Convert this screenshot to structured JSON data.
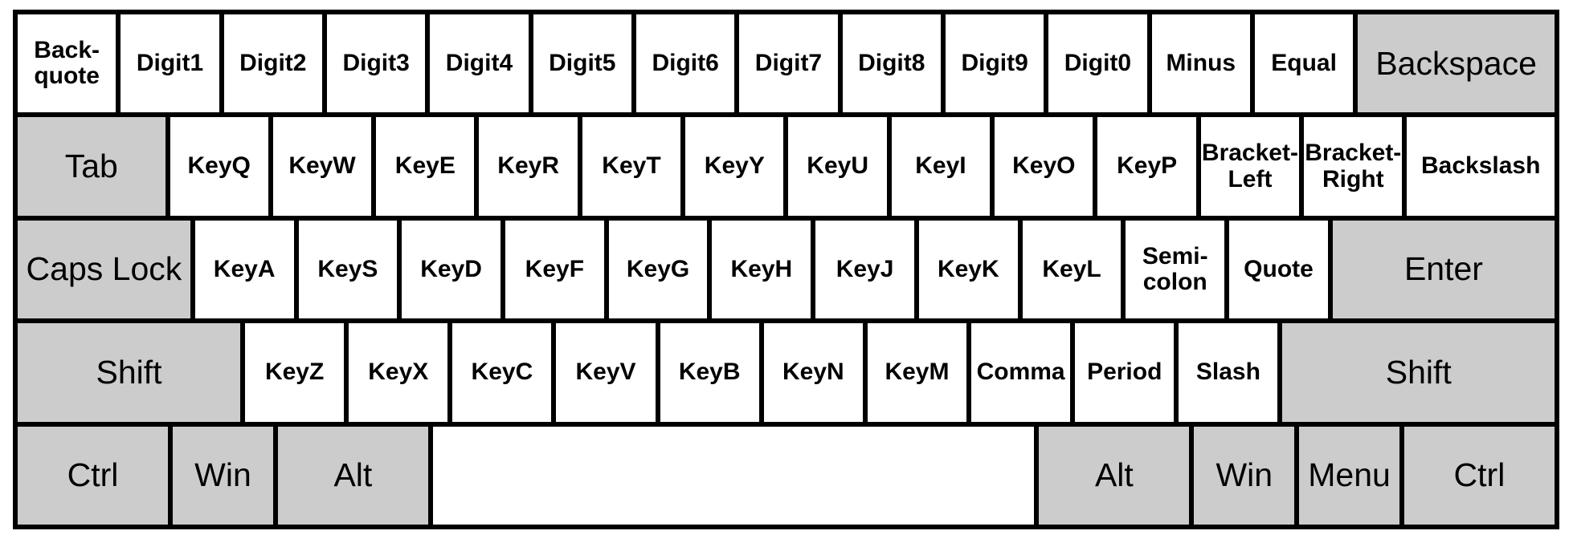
{
  "colors": {
    "page_background": "#ffffff",
    "key_white": "#ffffff",
    "key_gray": "#cccccc",
    "grid_border": "#000000",
    "key_text": "#000000"
  },
  "keyboard": {
    "description": "keyboard-code-layout-diagram",
    "rows": [
      {
        "keys": [
          {
            "name": "backquote",
            "label": "Back-quote",
            "units": 1,
            "style": "code",
            "gray": false
          },
          {
            "name": "digit1",
            "label": "Digit1",
            "units": 1,
            "style": "code",
            "gray": false
          },
          {
            "name": "digit2",
            "label": "Digit2",
            "units": 1,
            "style": "code",
            "gray": false
          },
          {
            "name": "digit3",
            "label": "Digit3",
            "units": 1,
            "style": "code",
            "gray": false
          },
          {
            "name": "digit4",
            "label": "Digit4",
            "units": 1,
            "style": "code",
            "gray": false
          },
          {
            "name": "digit5",
            "label": "Digit5",
            "units": 1,
            "style": "code",
            "gray": false
          },
          {
            "name": "digit6",
            "label": "Digit6",
            "units": 1,
            "style": "code",
            "gray": false
          },
          {
            "name": "digit7",
            "label": "Digit7",
            "units": 1,
            "style": "code",
            "gray": false
          },
          {
            "name": "digit8",
            "label": "Digit8",
            "units": 1,
            "style": "code",
            "gray": false
          },
          {
            "name": "digit9",
            "label": "Digit9",
            "units": 1,
            "style": "code",
            "gray": false
          },
          {
            "name": "digit0",
            "label": "Digit0",
            "units": 1,
            "style": "code",
            "gray": false
          },
          {
            "name": "minus",
            "label": "Minus",
            "units": 1,
            "style": "code",
            "gray": false
          },
          {
            "name": "equal",
            "label": "Equal",
            "units": 1,
            "style": "code",
            "gray": false
          },
          {
            "name": "backspace",
            "label": "Backspace",
            "units": 2,
            "style": "mod",
            "gray": true
          }
        ]
      },
      {
        "keys": [
          {
            "name": "tab",
            "label": "Tab",
            "units": 1.5,
            "style": "mod",
            "gray": true
          },
          {
            "name": "key-q",
            "label": "KeyQ",
            "units": 1,
            "style": "code",
            "gray": false
          },
          {
            "name": "key-w",
            "label": "KeyW",
            "units": 1,
            "style": "code",
            "gray": false
          },
          {
            "name": "key-e",
            "label": "KeyE",
            "units": 1,
            "style": "code",
            "gray": false
          },
          {
            "name": "key-r",
            "label": "KeyR",
            "units": 1,
            "style": "code",
            "gray": false
          },
          {
            "name": "key-t",
            "label": "KeyT",
            "units": 1,
            "style": "code",
            "gray": false
          },
          {
            "name": "key-y",
            "label": "KeyY",
            "units": 1,
            "style": "code",
            "gray": false
          },
          {
            "name": "key-u",
            "label": "KeyU",
            "units": 1,
            "style": "code",
            "gray": false
          },
          {
            "name": "key-i",
            "label": "KeyI",
            "units": 1,
            "style": "code",
            "gray": false
          },
          {
            "name": "key-o",
            "label": "KeyO",
            "units": 1,
            "style": "code",
            "gray": false
          },
          {
            "name": "key-p",
            "label": "KeyP",
            "units": 1,
            "style": "code",
            "gray": false
          },
          {
            "name": "bracket-left",
            "label": "Bracket-Left",
            "units": 1,
            "style": "code",
            "gray": false
          },
          {
            "name": "bracket-right",
            "label": "Bracket-Right",
            "units": 1,
            "style": "code",
            "gray": false
          },
          {
            "name": "backslash",
            "label": "Backslash",
            "units": 1.5,
            "style": "code",
            "gray": false
          }
        ]
      },
      {
        "keys": [
          {
            "name": "caps-lock",
            "label": "Caps Lock",
            "units": 1.75,
            "style": "mod",
            "gray": true
          },
          {
            "name": "key-a",
            "label": "KeyA",
            "units": 1,
            "style": "code",
            "gray": false
          },
          {
            "name": "key-s",
            "label": "KeyS",
            "units": 1,
            "style": "code",
            "gray": false
          },
          {
            "name": "key-d",
            "label": "KeyD",
            "units": 1,
            "style": "code",
            "gray": false
          },
          {
            "name": "key-f",
            "label": "KeyF",
            "units": 1,
            "style": "code",
            "gray": false
          },
          {
            "name": "key-g",
            "label": "KeyG",
            "units": 1,
            "style": "code",
            "gray": false
          },
          {
            "name": "key-h",
            "label": "KeyH",
            "units": 1,
            "style": "code",
            "gray": false
          },
          {
            "name": "key-j",
            "label": "KeyJ",
            "units": 1,
            "style": "code",
            "gray": false
          },
          {
            "name": "key-k",
            "label": "KeyK",
            "units": 1,
            "style": "code",
            "gray": false
          },
          {
            "name": "key-l",
            "label": "KeyL",
            "units": 1,
            "style": "code",
            "gray": false
          },
          {
            "name": "semicolon",
            "label": "Semi-colon",
            "units": 1,
            "style": "code",
            "gray": false
          },
          {
            "name": "quote",
            "label": "Quote",
            "units": 1,
            "style": "code",
            "gray": false
          },
          {
            "name": "enter",
            "label": "Enter",
            "units": 2.25,
            "style": "mod",
            "gray": true
          }
        ]
      },
      {
        "keys": [
          {
            "name": "shift-left",
            "label": "Shift",
            "units": 2.25,
            "style": "mod",
            "gray": true
          },
          {
            "name": "key-z",
            "label": "KeyZ",
            "units": 1,
            "style": "code",
            "gray": false
          },
          {
            "name": "key-x",
            "label": "KeyX",
            "units": 1,
            "style": "code",
            "gray": false
          },
          {
            "name": "key-c",
            "label": "KeyC",
            "units": 1,
            "style": "code",
            "gray": false
          },
          {
            "name": "key-v",
            "label": "KeyV",
            "units": 1,
            "style": "code",
            "gray": false
          },
          {
            "name": "key-b",
            "label": "KeyB",
            "units": 1,
            "style": "code",
            "gray": false
          },
          {
            "name": "key-n",
            "label": "KeyN",
            "units": 1,
            "style": "code",
            "gray": false
          },
          {
            "name": "key-m",
            "label": "KeyM",
            "units": 1,
            "style": "code",
            "gray": false
          },
          {
            "name": "comma",
            "label": "Comma",
            "units": 1,
            "style": "code",
            "gray": false
          },
          {
            "name": "period",
            "label": "Period",
            "units": 1,
            "style": "code",
            "gray": false
          },
          {
            "name": "slash",
            "label": "Slash",
            "units": 1,
            "style": "code",
            "gray": false
          },
          {
            "name": "shift-right",
            "label": "Shift",
            "units": 2.75,
            "style": "mod",
            "gray": true
          }
        ]
      },
      {
        "keys": [
          {
            "name": "ctrl-left",
            "label": "Ctrl",
            "units": 1.5,
            "style": "mod",
            "gray": true
          },
          {
            "name": "win-left",
            "label": "Win",
            "units": 1,
            "style": "mod",
            "gray": true
          },
          {
            "name": "alt-left",
            "label": "Alt",
            "units": 1.5,
            "style": "mod",
            "gray": true
          },
          {
            "name": "space",
            "label": "",
            "units": 6,
            "style": "mod",
            "gray": false
          },
          {
            "name": "alt-right",
            "label": "Alt",
            "units": 1.5,
            "style": "mod",
            "gray": true
          },
          {
            "name": "win-right",
            "label": "Win",
            "units": 1,
            "style": "mod",
            "gray": true
          },
          {
            "name": "menu",
            "label": "Menu",
            "units": 1,
            "style": "mod",
            "gray": true
          },
          {
            "name": "ctrl-right",
            "label": "Ctrl",
            "units": 1.5,
            "style": "mod",
            "gray": true
          }
        ]
      }
    ]
  }
}
